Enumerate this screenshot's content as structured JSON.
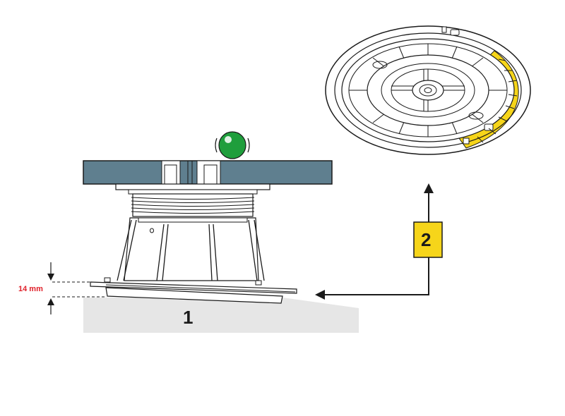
{
  "diagram": {
    "dimension_label": "14 mm",
    "step_labels": [
      "1",
      "2"
    ],
    "colors": {
      "deck": "#5f7f8f",
      "ground": "#e6e6e6",
      "accent_yellow": "#f6d51a",
      "dimension_red": "#e0202a",
      "level_bubble": "#1f9e3c",
      "outline": "#1a1a1a"
    },
    "icons": [
      "spirit-level-ball-icon",
      "arrow-up-icon",
      "arrow-left-icon",
      "dimension-arrow-icon"
    ]
  }
}
